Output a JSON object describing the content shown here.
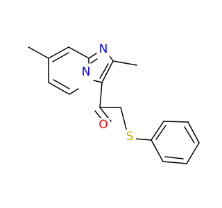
{
  "molecule": {
    "colors": {
      "background": "#ffffff",
      "bond": "#000000",
      "nitrogen": "#0000ff",
      "oxygen": "#ff0000",
      "sulfur": "#b8b800"
    },
    "atoms": {
      "imidazole_n": {
        "symbol": "N",
        "element": "nitrogen"
      },
      "bridgehead_n": {
        "symbol": "N",
        "element": "nitrogen"
      },
      "carbonyl_o": {
        "symbol": "O",
        "element": "oxygen"
      },
      "thioether_s": {
        "symbol": "S",
        "element": "sulfur"
      }
    }
  }
}
